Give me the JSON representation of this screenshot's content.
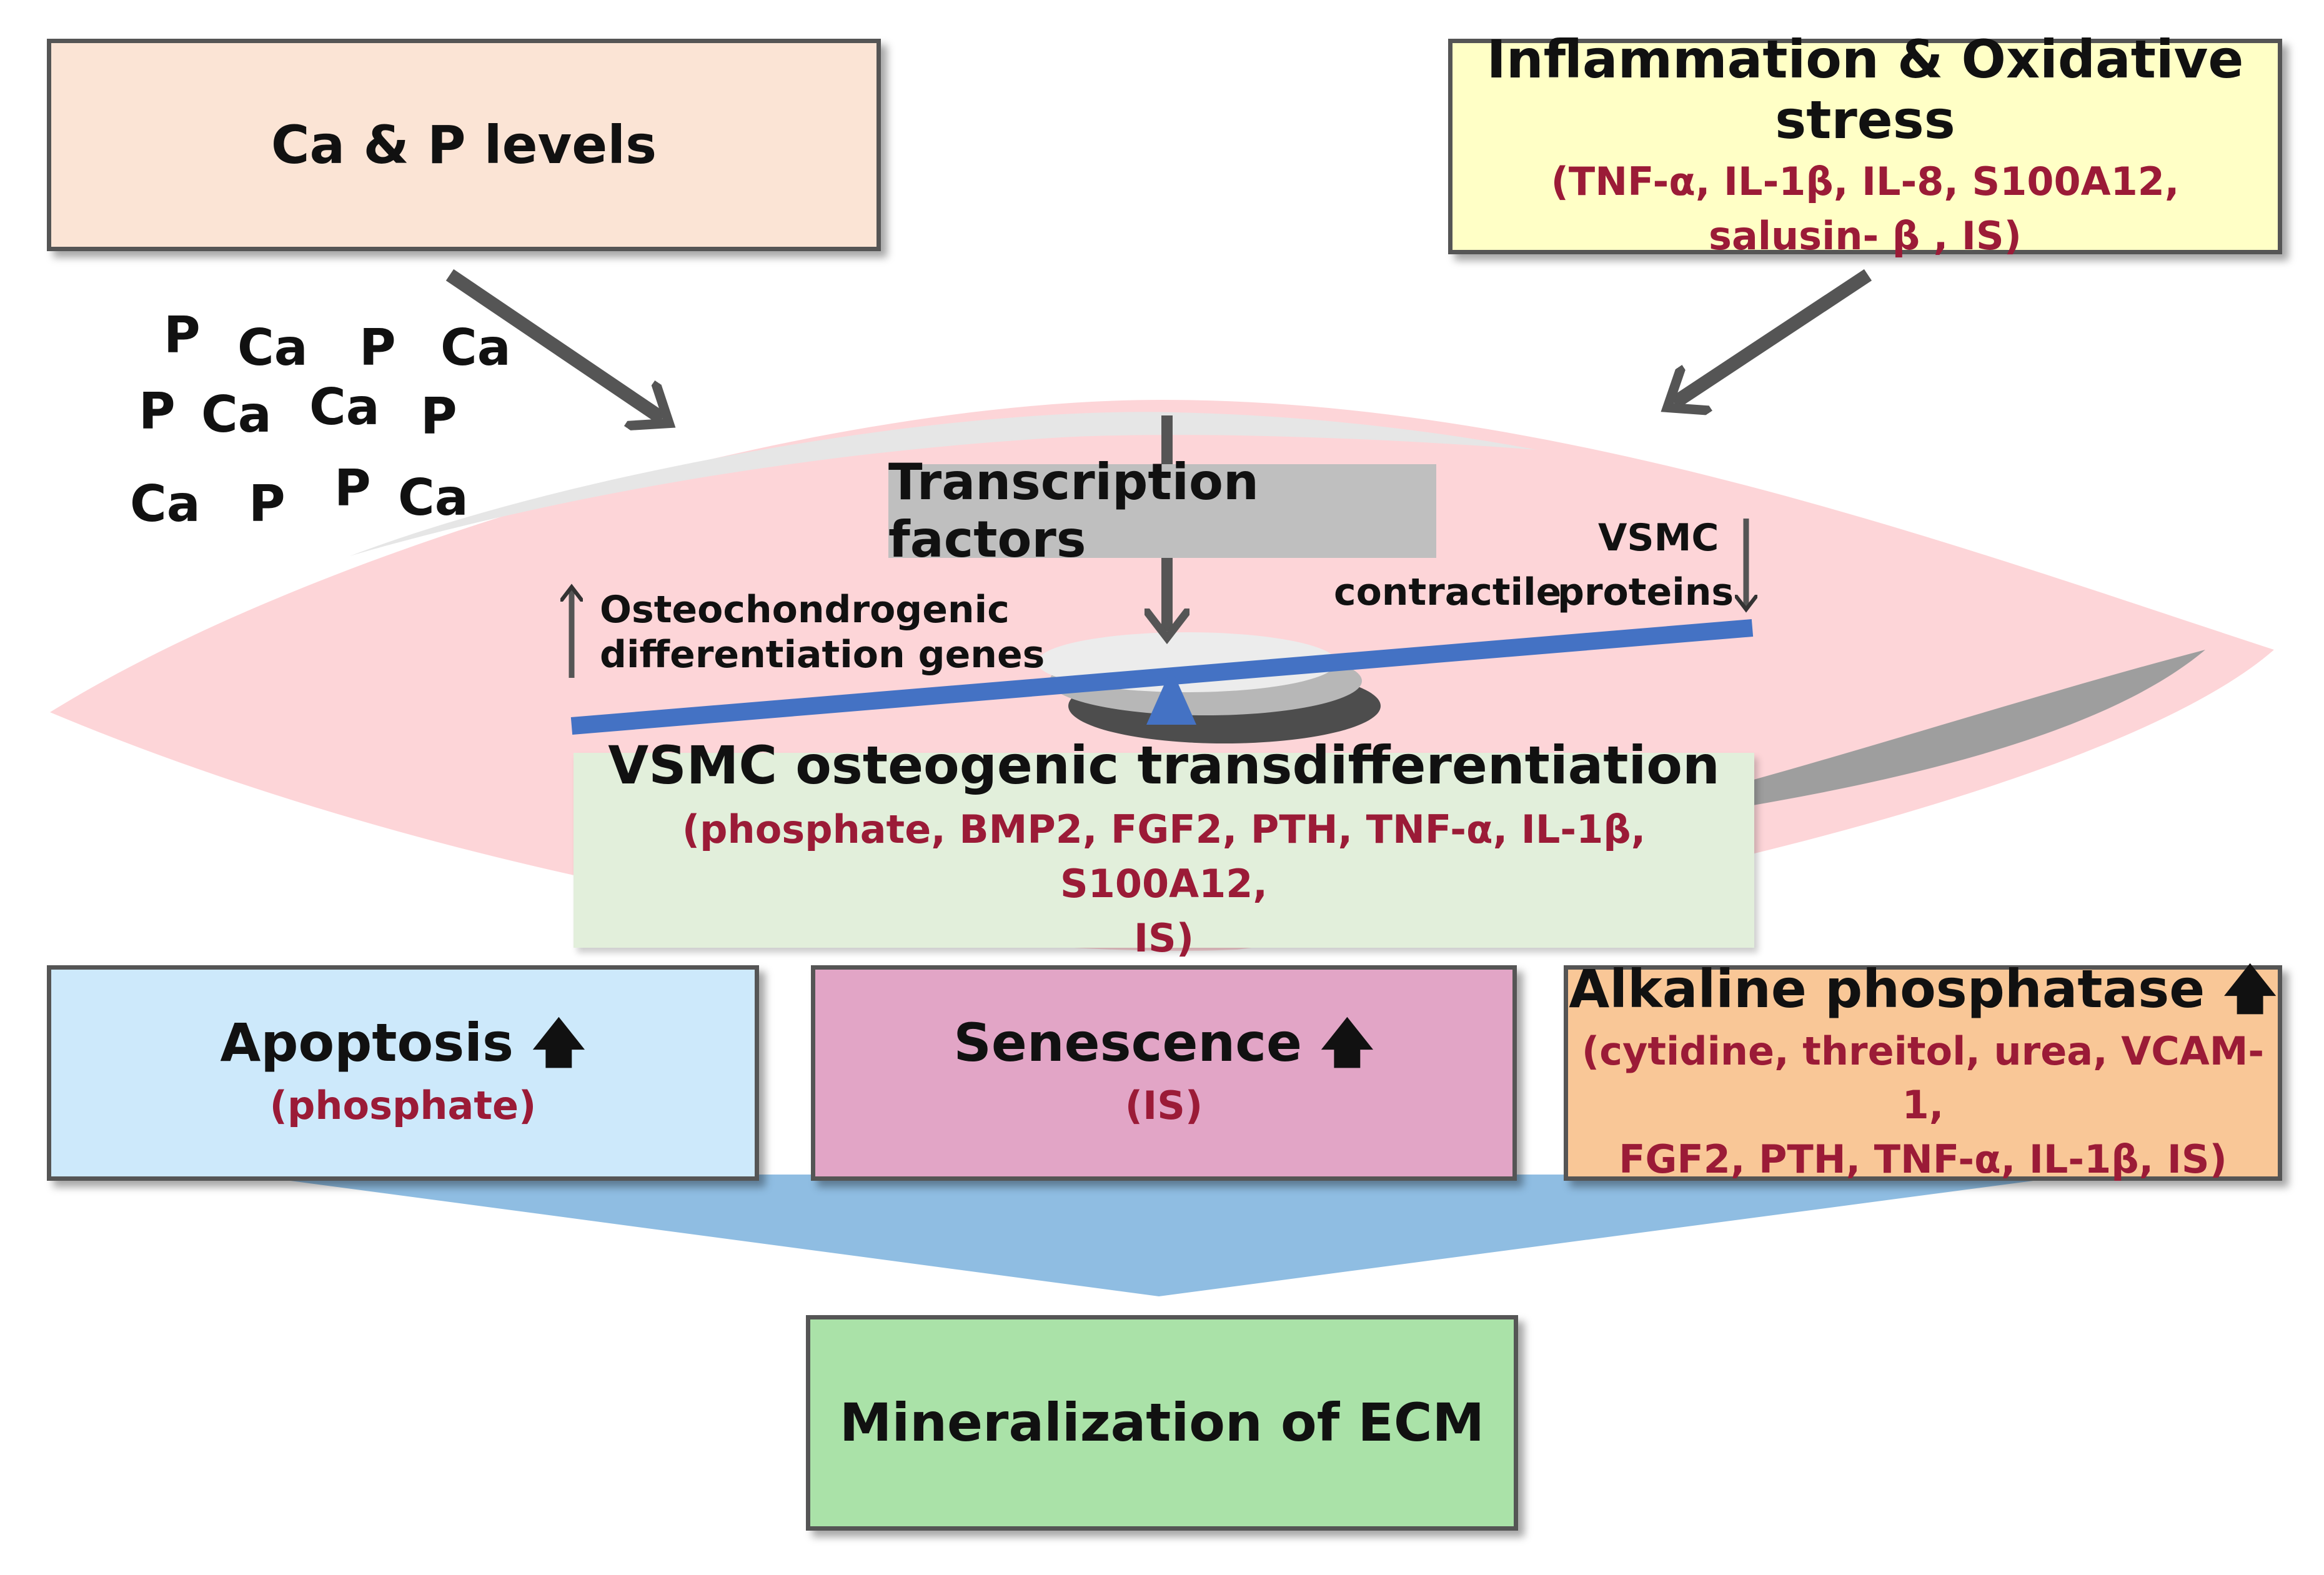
{
  "boxes": {
    "ca_p": {
      "title": "Ca & P levels"
    },
    "inflammation": {
      "title": "Inflammation & Oxidative stress",
      "line1": "(TNF-α, IL-1β, IL-8, S100A12,",
      "line2": "salusin- β , IS)"
    },
    "transcription": {
      "title": "Transcription factors"
    },
    "vsmc": {
      "title": "VSMC osteogenic transdifferentiation",
      "line1": "(phosphate, BMP2, FGF2, PTH, TNF-α, IL-1β, S100A12,",
      "line2": "IS)"
    },
    "apoptosis": {
      "title": "Apoptosis",
      "sub": "(phosphate)"
    },
    "senescence": {
      "title": "Senescence",
      "sub": "(IS)"
    },
    "alp": {
      "title": "Alkaline phosphatase",
      "line1": "(cytidine, threitol, urea,  VCAM-1,",
      "line2": "FGF2, PTH, TNF-α, IL-1β, IS)"
    },
    "ecm": {
      "title": "Mineralization of ECM"
    }
  },
  "labels": {
    "osteo_line1": "Osteochondrogenic",
    "osteo_line2": "differentiation genes",
    "vsmc_word": "VSMC",
    "contractile": "contractile",
    "proteins": "proteins"
  },
  "ions": [
    "P",
    "Ca",
    "P",
    "Ca",
    "P",
    "Ca",
    "Ca",
    "P",
    "Ca",
    "P",
    "P",
    "Ca"
  ],
  "up_arrow": "🡅",
  "colors": {
    "ca_p_bg": "#fbe4d5",
    "inflammation_bg": "#ffffc6",
    "cell_bg": "#fdd5d8",
    "transcription_bg": "#bfbfbf",
    "vsmc_bg": "#e2efdb",
    "apoptosis_bg": "#cde9fb",
    "senescence_bg": "#e2a5c6",
    "alp_bg": "#f9c797",
    "ecm_bg": "#aae2a8",
    "funnel": "#8fbde2",
    "beam": "#4472c4",
    "arrow": "#555555",
    "red_text": "#9b1b37"
  }
}
